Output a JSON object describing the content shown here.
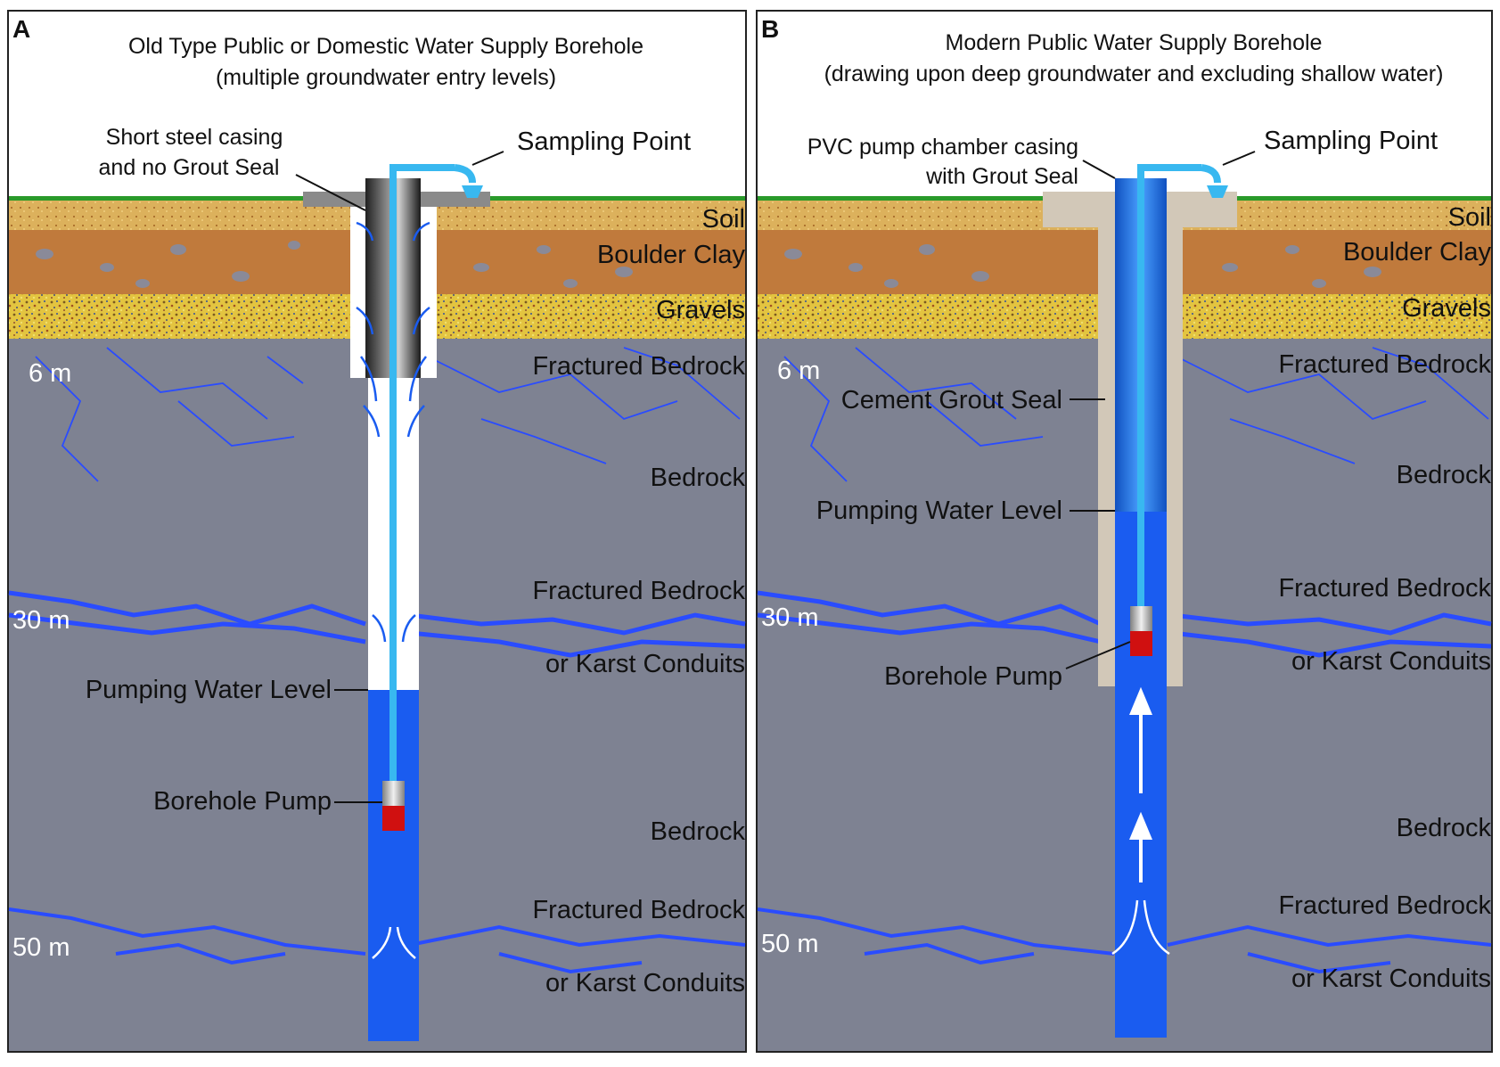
{
  "panels": [
    {
      "letter": "A",
      "title_line1": "Old Type Public or Domestic Water Supply Borehole",
      "title_line2": "(multiple groundwater entry levels)",
      "casing_label_line1": "Short steel casing",
      "casing_label_line2": "and no Grout  Seal",
      "sampling_point": "Sampling Point",
      "strata": {
        "soil": "Soil",
        "boulder_clay": "Boulder Clay",
        "gravels": "Gravels",
        "fractured_bedrock_1": "Fractured Bedrock",
        "bedrock_1": "Bedrock",
        "fractured_bedrock_2": "Fractured Bedrock",
        "karst_1": "or Karst Conduits",
        "bedrock_2": "Bedrock",
        "fractured_bedrock_3": "Fractured Bedrock",
        "karst_2": "or Karst Conduits"
      },
      "depths": [
        "6 m",
        "30 m",
        "50 m"
      ],
      "pumping_water_level": "Pumping Water Level",
      "borehole_pump": "Borehole Pump"
    },
    {
      "letter": "B",
      "title_line1": "Modern Public Water Supply Borehole",
      "title_line2": "(drawing upon deep groundwater and excluding shallow water)",
      "casing_label_line1": "PVC pump chamber casing",
      "casing_label_line2": "with Grout Seal",
      "sampling_point": "Sampling Point",
      "strata": {
        "soil": "Soil",
        "boulder_clay": "Boulder Clay",
        "gravels": "Gravels",
        "fractured_bedrock_1": "Fractured Bedrock",
        "bedrock_1": "Bedrock",
        "fractured_bedrock_2": "Fractured Bedrock",
        "karst_1": "or Karst Conduits",
        "bedrock_2": "Bedrock",
        "fractured_bedrock_3": "Fractured Bedrock",
        "karst_2": "or Karst Conduits"
      },
      "depths": [
        "6 m",
        "30 m",
        "50 m"
      ],
      "cement_grout_seal": "Cement Grout Seal",
      "pumping_water_level": "Pumping Water Level",
      "borehole_pump": "Borehole Pump"
    }
  ],
  "colors": {
    "bedrock": "#7e8292",
    "soil": "#d8b060",
    "boulder_clay": "#c07a3c",
    "gravels": "#e0c040",
    "grass": "#2a9a2a",
    "fracture": "#2a4cff",
    "water": "#1a5cf0",
    "pipe": "#38b8f0",
    "grout": "#d2c8b8",
    "pump_red": "#d01010"
  }
}
